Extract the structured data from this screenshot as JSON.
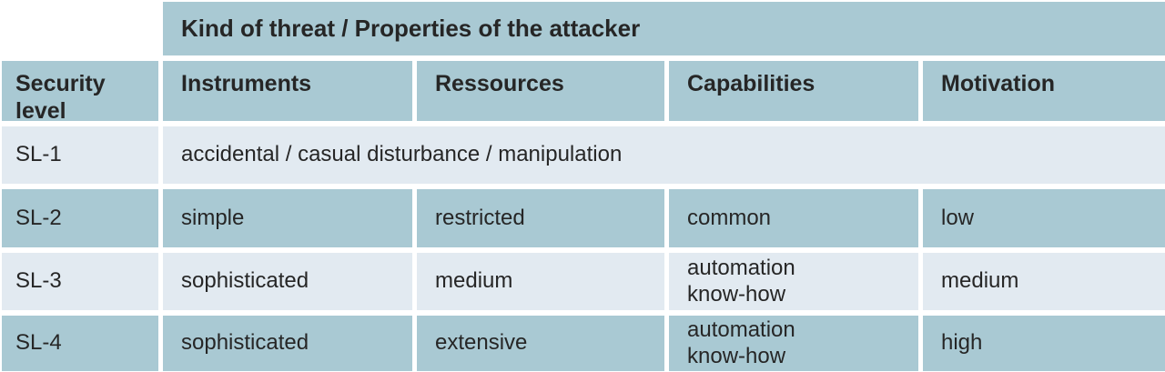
{
  "table": {
    "title": "Kind of threat / Properties of the attacker",
    "columns": {
      "security_level": "Security\nlevel",
      "instruments": "Instruments",
      "ressources": "Ressources",
      "capabilities": "Capabilities",
      "motivation": "Motivation"
    },
    "rows": [
      {
        "level": "SL-1",
        "merged": "accidental / casual disturbance / manipulation"
      },
      {
        "level": "SL-2",
        "instruments": "simple",
        "ressources": "restricted",
        "capabilities": "common",
        "motivation": "low"
      },
      {
        "level": "SL-3",
        "instruments": "sophisticated",
        "ressources": "medium",
        "capabilities": "automation\nknow-how",
        "motivation": "medium"
      },
      {
        "level": "SL-4",
        "instruments": "sophisticated",
        "ressources": "extensive",
        "capabilities": "automation\nknow-how",
        "motivation": "high"
      }
    ],
    "colors": {
      "header_bg": "#a9c9d3",
      "row_teal_bg": "#a9c9d3",
      "row_light_bg": "#e2eaf1",
      "gutter": "#ffffff",
      "text": "#262626"
    }
  }
}
